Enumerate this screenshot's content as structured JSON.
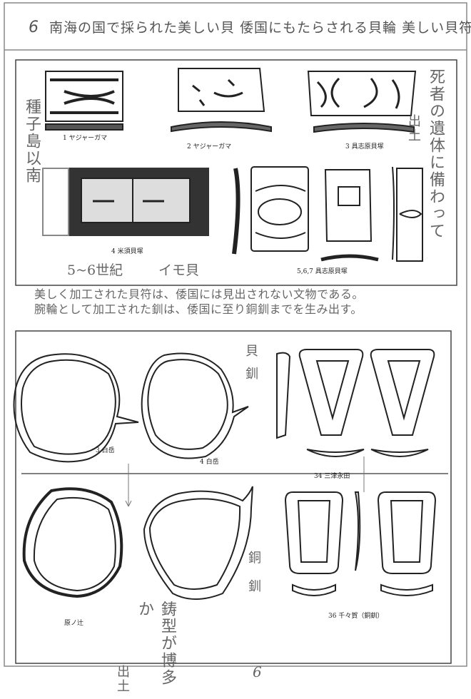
{
  "header": {
    "section_number": "6",
    "title": "南海の国で採られた美しい貝 倭国にもたらされる貝輪 美しい貝符"
  },
  "upper_panel": {
    "captions": [
      "1 ヤジャーガマ",
      "2 ヤジャーガマ",
      "3 具志原貝塚",
      "4 米須貝塚",
      "5,6,7 具志原貝塚"
    ],
    "handwritten": {
      "left_note": "種子島以南",
      "right_note": "死者の遺体に備わって",
      "right_note2": "出土",
      "bottom_note1": "5~6世紀",
      "bottom_note2": "イモ貝"
    }
  },
  "body_text": [
    "美しく加工された貝符は、倭国には見出されない文物である。",
    "腕輪として加工された釧は、倭国に至り銅釧までを生み出す。"
  ],
  "lower_panel": {
    "captions": [
      "3 白岳",
      "4 白岳",
      "34 三津永田",
      "原ノ辻",
      "36 千々賀（銅釧）"
    ],
    "handwritten": {
      "shell_label": "貝釧",
      "bronze_label": "銅釧",
      "mold_note": "鋳型が博多か",
      "mold_note2": "出土"
    }
  },
  "footer": {
    "page_number": "6"
  }
}
